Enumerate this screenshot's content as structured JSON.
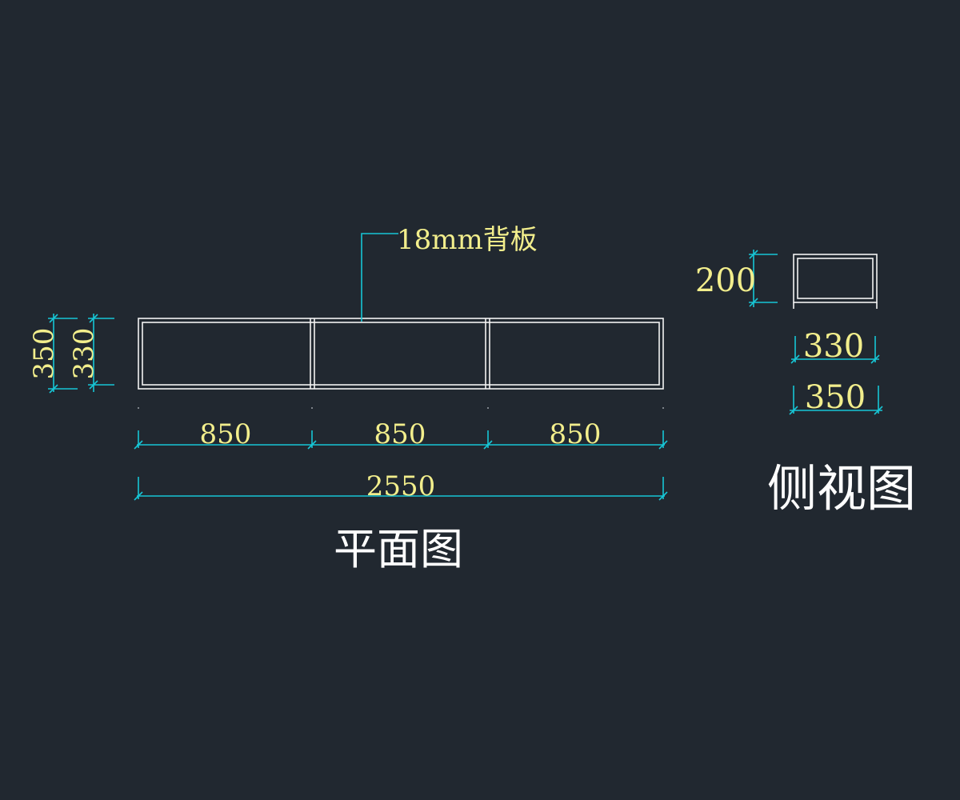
{
  "plan": {
    "leader_label": "18mm背板",
    "width_segments": [
      "850",
      "850",
      "850"
    ],
    "total_width": "2550",
    "depth_outer": "350",
    "depth_inner": "330",
    "title": "平面图"
  },
  "side": {
    "height": "200",
    "depth_inner": "330",
    "depth_outer": "350",
    "title": "侧视图"
  },
  "colors": {
    "background": "#212830",
    "outline": "#f2f2f2",
    "dimension_line": "#17c6d6",
    "dimension_text": "#f2ee8c",
    "title_text": "#ffffff"
  }
}
